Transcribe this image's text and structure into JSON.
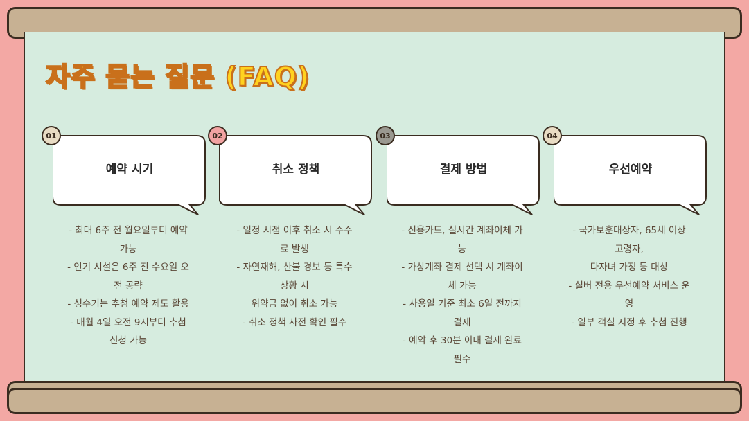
{
  "title": "자주 묻는 질문 (FAQ)",
  "colors": {
    "background": "#F3A8A4",
    "board": "#D6ECDF",
    "scroll_roll": "#C7B193",
    "title_fill": "#FFD21F",
    "title_outline": "#C9701B",
    "badge_tan": "#E9DCC4",
    "badge_pink": "#F2A3A2",
    "badge_gray": "#9A9890",
    "text_body": "#5A4636"
  },
  "items": [
    {
      "number": "01",
      "badge_color": "#E9DCC4",
      "heading": "예약 시기",
      "lines": [
        "- 최대 6주 전 월요일부터 예약",
        "가능",
        "- 인기 시설은 6주 전 수요일 오",
        "전 공략",
        "- 성수기는 추첨 예약 제도 활용",
        "- 매월 4일 오전 9시부터 추첨",
        "신청 가능"
      ]
    },
    {
      "number": "02",
      "badge_color": "#F2A3A2",
      "heading": "취소 정책",
      "lines": [
        "- 일정 시점 이후 취소 시 수수",
        "료 발생",
        "- 자연재해, 산불 경보 등 특수",
        "상황 시",
        "위약금 없이 취소 가능",
        "- 취소 정책 사전 확인 필수"
      ]
    },
    {
      "number": "03",
      "badge_color": "#9A9890",
      "heading": "결제 방법",
      "lines": [
        "- 신용카드, 실시간 계좌이체 가",
        "능",
        "- 가상계좌 결제 선택 시 계좌이",
        "체 가능",
        "- 사용일 기준 최소 6일 전까지",
        "결제",
        "- 예약 후 30분 이내 결제 완료",
        "필수"
      ]
    },
    {
      "number": "04",
      "badge_color": "#E9DCC4",
      "heading": "우선예약",
      "lines": [
        "- 국가보훈대상자, 65세 이상",
        "고령자,",
        "다자녀 가정 등 대상",
        "- 실버 전용 우선예약 서비스 운",
        "영",
        "- 일부 객실 지정 후 추첨 진행"
      ]
    }
  ]
}
